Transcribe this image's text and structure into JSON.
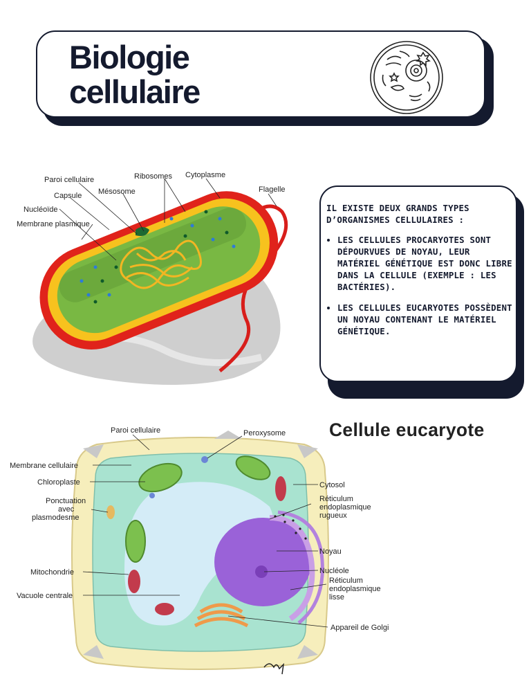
{
  "header": {
    "title_line1": "Biologie",
    "title_line2": "cellulaire",
    "icon": "cell-icon"
  },
  "info": {
    "intro": "IL EXISTE DEUX GRANDS TYPES D’ORGANISMES CELLULAIRES :",
    "items": [
      "LES CELLULES PROCARYOTES SONT DÉPOURVUES DE NOYAU, LEUR MATÉRIEL GÉNÉTIQUE EST DONC LIBRE DANS LA CELLULE (EXEMPLE : LES BACTÉRIES).",
      "LES CELLULES EUCARYOTES POSSÈDENT UN NOYAU CONTENANT LE MATÉRIEL GÉNÉTIQUE."
    ]
  },
  "prokaryote": {
    "labels": {
      "paroi": "Paroi cellulaire",
      "capsule": "Capsule",
      "nucleoide": "Nucléoïde",
      "membrane": "Membrane plasmique",
      "ribosomes": "Ribosomes",
      "mesosome": "Mésosome",
      "cytoplasme": "Cytoplasme",
      "flagelle": "Flagelle"
    },
    "colors": {
      "wall": "#e0231b",
      "capsule": "#f7c21e",
      "cytoplasm": "#79b843",
      "nucleoid": "#f3b623"
    }
  },
  "eukaryote": {
    "heading": "Cellule eucaryote",
    "labels": {
      "paroi": "Paroi cellulaire",
      "peroxysome": "Peroxysome",
      "membrane": "Membrane cellulaire",
      "chloroplaste": "Chloroplaste",
      "ponctuation1": "Ponctuation",
      "ponctuation2": "avec",
      "ponctuation3": "plasmodesme",
      "mitochondrie": "Mitochondrie",
      "vacuole": "Vacuole centrale",
      "cytosol": "Cytosol",
      "rer1": "Réticulum",
      "rer2": "endoplasmique",
      "rer3": "rugueux",
      "noyau": "Noyau",
      "nucleole": "Nucléole",
      "rel1": "Réticulum",
      "rel2": "endoplasmique",
      "rel3": "lisse",
      "golgi": "Appareil de Golgi"
    },
    "colors": {
      "wall": "#f6eebc",
      "cytosol": "#a9e3d0",
      "vacuole": "#d4ecf7",
      "nucleus": "#9a62d8",
      "golgi": "#ef9a4a",
      "mito": "#c23b4c",
      "chloro": "#7cc04e"
    }
  }
}
